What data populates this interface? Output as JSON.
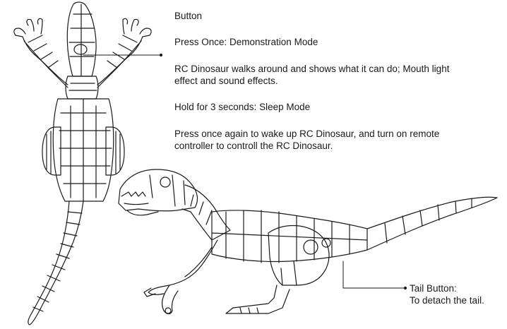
{
  "instructions": {
    "button_title": "Button",
    "press_once": "Press Once: Demonstration Mode",
    "demo_desc_line1": "RC Dinosaur walks around and shows what it can do; Mouth light",
    "demo_desc_line2": "effect and sound effects.",
    "hold": "Hold for 3 seconds: Sleep Mode",
    "wake_line1": "Press once again to wake up RC Dinosaur, and turn on remote",
    "wake_line2": "controller to controll the RC Dinosaur."
  },
  "tail_callout": {
    "line1": "Tail Button:",
    "line2": "To detach the tail."
  },
  "colors": {
    "ink": "#1a1a1a",
    "background": "#ffffff"
  }
}
